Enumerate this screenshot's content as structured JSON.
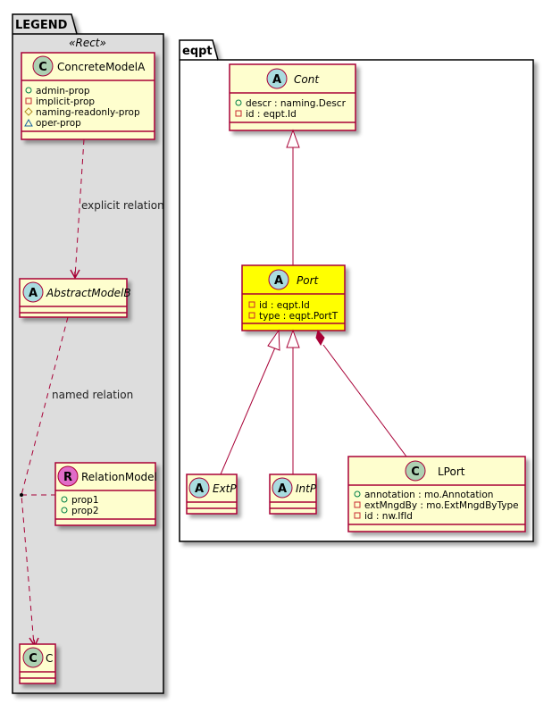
{
  "colors": {
    "class_fill": "#FEFECE",
    "class_border": "#A80036",
    "highlight_fill": "#FFFF00",
    "legend_fill": "#DDDDDD",
    "circle_class": "#ADD1B2",
    "circle_abstract": "#A9DCDF",
    "circle_relation": "#E06CC8",
    "vis_public": "#038048",
    "vis_private": "#C82930",
    "vis_protected": "#B38D22",
    "vis_package": "#1963A0"
  },
  "legend": {
    "package_name": "LEGEND",
    "stereotype": "«Rect»",
    "concrete": {
      "icon_letter": "C",
      "name": "ConcreteModelA",
      "attributes": [
        {
          "visibility": "public",
          "icon": "circle-icon",
          "text": "admin-prop"
        },
        {
          "visibility": "private",
          "icon": "square-icon",
          "text": "implicit-prop"
        },
        {
          "visibility": "protected",
          "icon": "diamond-icon",
          "text": "naming-readonly-prop"
        },
        {
          "visibility": "package",
          "icon": "triangle-icon",
          "text": "oper-prop"
        }
      ]
    },
    "explicit_relation_label": "explicit relation",
    "abstract": {
      "icon_letter": "A",
      "name": "AbstractModelB"
    },
    "named_relation_label": "named relation",
    "relation": {
      "icon_letter": "R",
      "name": "RelationModel",
      "attributes": [
        {
          "visibility": "public",
          "icon": "circle-icon",
          "text": "prop1"
        },
        {
          "visibility": "public",
          "icon": "circle-icon",
          "text": "prop2"
        }
      ]
    },
    "target": {
      "icon_letter": "C",
      "name": "C"
    }
  },
  "eqpt": {
    "package_name": "eqpt",
    "cont": {
      "icon_letter": "A",
      "name": "Cont",
      "attributes": [
        {
          "visibility": "public",
          "icon": "circle-icon",
          "text": "descr : naming.Descr"
        },
        {
          "visibility": "private",
          "icon": "square-icon",
          "text": "id : eqpt.Id"
        }
      ]
    },
    "port": {
      "icon_letter": "A",
      "name": "Port",
      "attributes": [
        {
          "visibility": "private",
          "icon": "square-icon",
          "text": "id : eqpt.Id"
        },
        {
          "visibility": "private",
          "icon": "square-icon",
          "text": "type : eqpt.PortT"
        }
      ]
    },
    "extp": {
      "icon_letter": "A",
      "name": "ExtP"
    },
    "intp": {
      "icon_letter": "A",
      "name": "IntP"
    },
    "lport": {
      "icon_letter": "C",
      "name": "LPort",
      "attributes": [
        {
          "visibility": "public",
          "icon": "circle-icon",
          "text": "annotation : mo.Annotation"
        },
        {
          "visibility": "private",
          "icon": "square-icon",
          "text": "extMngdBy : mo.ExtMngdByType"
        },
        {
          "visibility": "private",
          "icon": "square-icon",
          "text": "id : nw.IfId"
        }
      ]
    }
  }
}
